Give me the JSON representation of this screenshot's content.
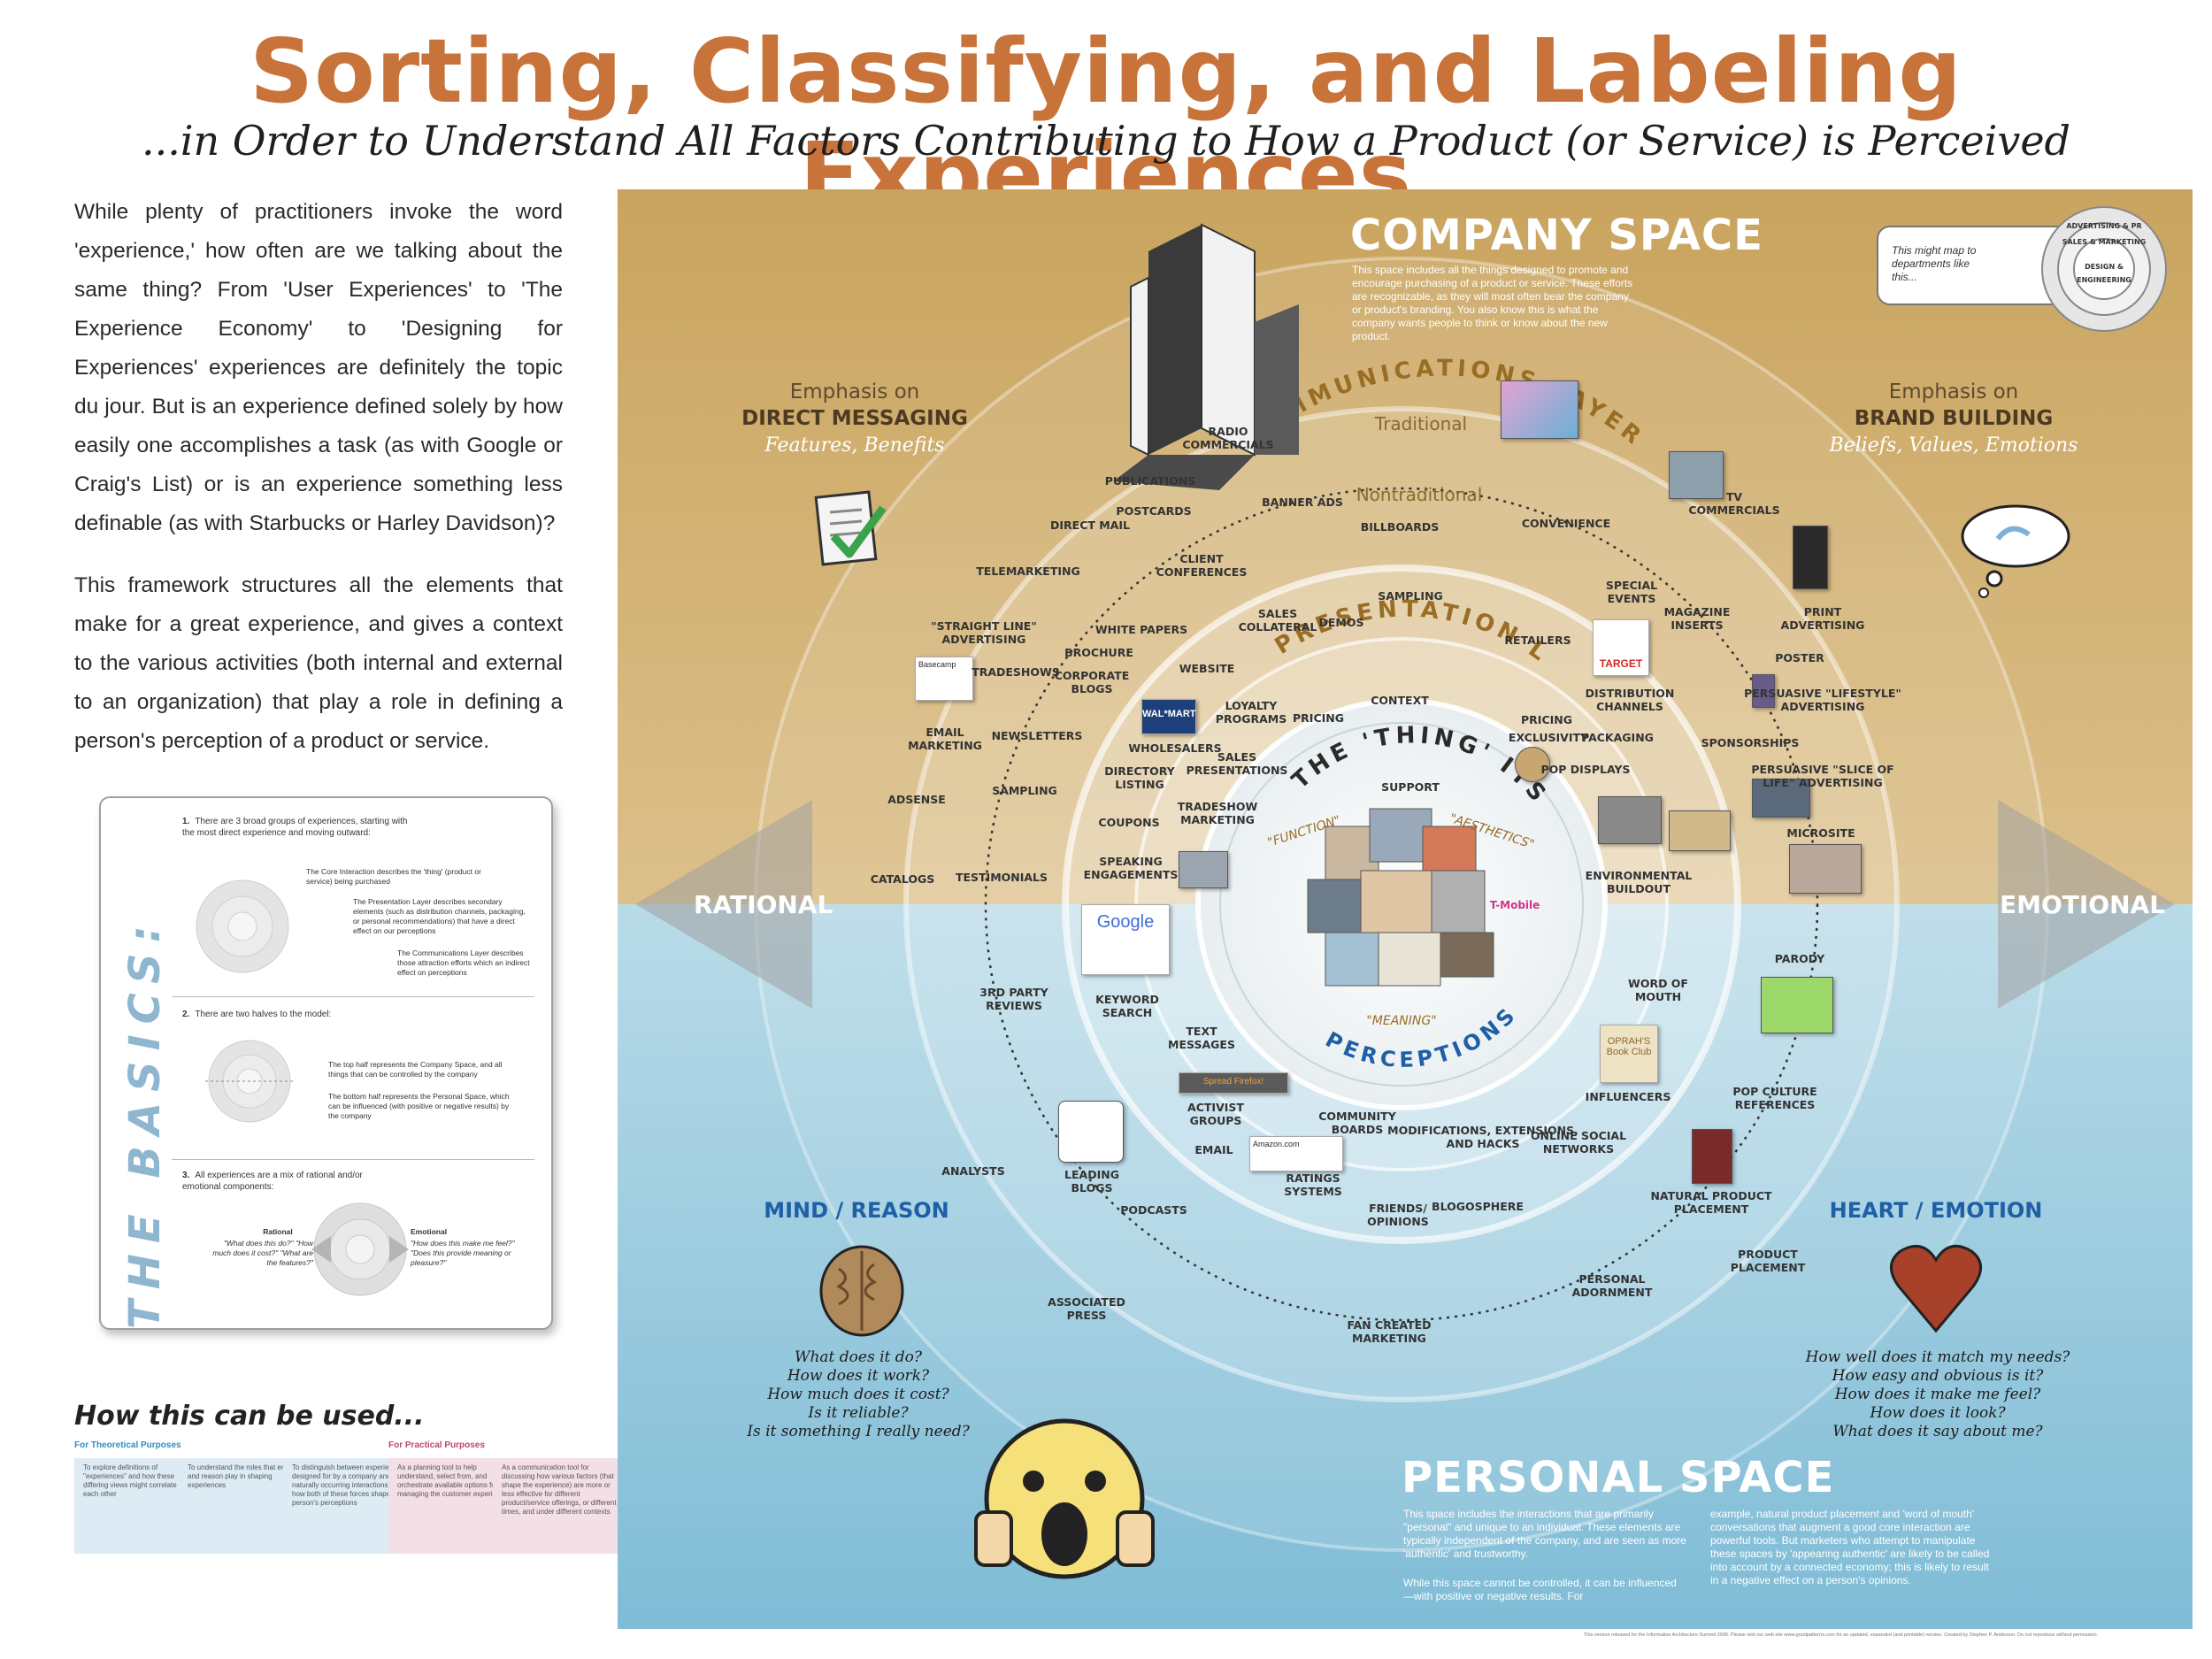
{
  "title": "Sorting, Classifying, and Labeling Experiences",
  "subtitle": "...in Order to Understand All Factors Contributing to How a Product (or Service) is Perceived",
  "intro": {
    "p1": "While plenty of practitioners invoke the word 'experience,' how often are we talking about the same thing? From 'User Experiences' to 'The Experience Economy' to 'Designing for Experiences' experiences are definitely the topic du jour. But is an experience defined solely by how easily one accomplishes a task (as with Google or Craig's List) or is an experience something less definable (as with Starbucks or Harley Davidson)?",
    "p2": "This framework structures all the elements that make for a great experience, and gives a context to the various activities (both internal and external to an organization) that play a role in defining a person's perception of a product or service."
  },
  "basics": {
    "title": "THE BASICS:",
    "step1_num": "1.",
    "step1": "There are 3 broad groups of experiences, starting with the most direct experience and moving outward:",
    "core": "The Core Interaction describes the 'thing' (product or service) being purchased",
    "presentation": "The Presentation Layer describes secondary elements (such as distribution channels, packaging, or personal recommendations) that have a direct effect on our perceptions",
    "communications": "The Communications Layer describes those attraction efforts which an indirect effect on perceptions",
    "step2_num": "2.",
    "step2": "There are two halves to the model:",
    "top_half": "The top half represents the Company Space, and all things that can be controlled by the company",
    "bottom_half": "The bottom half represents the Personal Space, which can be influenced (with positive or negative results) by the company",
    "step3_num": "3.",
    "step3": "All experiences are a mix of rational and/or emotional components:",
    "rational_head": "Rational",
    "rational_q": "\"What does this do?\" \"How much does it cost?\" \"What are the features?\"",
    "emotional_head": "Emotional",
    "emotional_q": "\"How does this make me feel?\" \"Does this provide meaning or pleasure?\""
  },
  "how_used": {
    "title": "How this can be used...",
    "theoretical": "For Theoretical Purposes",
    "practical": "For Practical Purposes",
    "boxes": [
      "To explore definitions of \"experiences\" and how these differing views might correlate with each other",
      "To understand the roles that emotion and reason play in shaping experiences",
      "To distinguish between experiences designed for by a company and naturally occurring interactions-- and how both of these forces shape a person's perceptions",
      "As a planning tool to help understand, select from, and orchestrate available options for managing the customer experience",
      "As a communication tool for discussing how various factors (that shape the experience) are more or less effective for different product/service offerings, or different times, and under different contexts"
    ]
  },
  "diagram": {
    "company_title": "COMPANY SPACE",
    "company_desc": "This space includes all the things designed to promote and encourage purchasing of a product or service. These efforts are recognizable, as they will most often bear the company or product's branding. You also know this is what the company wants people to think or know about the new product.",
    "personal_title": "PERSONAL SPACE",
    "personal_desc1": "This space includes the interactions that are primarily \"personal\" and unique to an individual. These elements are typically independent of the company, and are seen as more 'authentic' and trustworthy.",
    "personal_desc2": "While this space cannot be controlled, it can be influenced—with positive or negative results. For",
    "personal_desc3": "example, natural product placement and 'word of mouth' conversations that augment a good core interaction are powerful tools. But marketers who attempt to manipulate these spaces by 'appearing authentic' are likely to be called into account by a connected economy; this is likely to result in a negative effect on a person's opinions.",
    "dept_note": "This might map to departments like this...",
    "dept_rings": [
      "ADVERTISING & PR",
      "SALES & MARKETING",
      "DESIGN & ENGINEERING"
    ],
    "rational": "RATIONAL",
    "emotional": "EMOTIONAL",
    "emph_left_1": "Emphasis on",
    "emph_left_2": "DIRECT MESSAGING",
    "emph_left_3": "Features, Benefits",
    "emph_right_1": "Emphasis on",
    "emph_right_2": "BRAND BUILDING",
    "emph_right_3": "Beliefs, Values, Emotions",
    "mind": "MIND / REASON",
    "heart": "HEART / EMOTION",
    "mind_q": [
      "What does it do?",
      "How does it work?",
      "How much does it cost?",
      "Is it reliable?",
      "Is it something I really need?"
    ],
    "heart_q": [
      "How well does it match my needs?",
      "How easy and obvious is it?",
      "How does it make me feel?",
      "How does it look?",
      "What does it say about me?"
    ],
    "comm_layer": "COMMUNICATIONS LAYER",
    "pres_layer": "PRESENTATION LAYER",
    "thing_itself": "THE 'THING' ITSELF",
    "perceptions": "PERCEPTIONS",
    "traditional": "Traditional",
    "nontraditional": "Nontraditional",
    "function": "\"FUNCTION\"",
    "aesthetics": "\"AESTHETICS\"",
    "meaning": "\"MEANING\"",
    "brand_target": "TARGET",
    "brand_walmart": "WAL*MART",
    "brand_google": "Google",
    "brand_basecamp": "Basecamp",
    "brand_spreadfirefox": "Spread Firefox!",
    "brand_oprah": "OPRAH'S Book Club",
    "brand_tmobile": "T-Mobile",
    "brand_amazon": "Amazon.com",
    "footer": "This version released for the Information Architecture Summit 2006. Please visit our web site www.goodpatterns.com for an updated, expanded (and printable) version. Created by Stephen P. Anderson. Do not reproduce without permission.",
    "labels": [
      "RADIO COMMERCIALS",
      "PUBLICATIONS",
      "POSTCARDS",
      "DIRECT MAIL",
      "BANNER ADS",
      "BILLBOARDS",
      "CONVENIENCE",
      "TV COMMERCIALS",
      "TELEMARKETING",
      "CLIENT CONFERENCES",
      "SAMPLING",
      "SPECIAL EVENTS",
      "\"STRAIGHT LINE\" ADVERTISING",
      "WHITE PAPERS",
      "SALES COLLATERAL",
      "DEMOS",
      "RETAILERS",
      "MAGAZINE INSERTS",
      "PRINT ADVERTISING",
      "BROCHURE",
      "TRADESHOWS",
      "CORPORATE BLOGS",
      "WEBSITE",
      "CONTEXT",
      "POSTER",
      "DISTRIBUTION CHANNELS",
      "PERSUASIVE \"LIFESTYLE\" ADVERTISING",
      "EMAIL MARKETING",
      "NEWSLETTERS",
      "LOYALTY PROGRAMS",
      "PRICING",
      "PRICING",
      "EXCLUSIVITY",
      "PACKAGING",
      "SPONSORSHIPS",
      "WHOLESALERS",
      "SALES PRESENTATIONS",
      "DIRECTORY LISTING",
      "SUPPORT",
      "POP DISPLAYS",
      "PERSUASIVE \"SLICE OF LIFE\" ADVERTISING",
      "ADSENSE",
      "SAMPLING",
      "TRADESHOW MARKETING",
      "COUPONS",
      "MICROSITE",
      "SPEAKING ENGAGEMENTS",
      "CATALOGS",
      "TESTIMONIALS",
      "ENVIRONMENTAL BUILDOUT",
      "PARODY",
      "3RD PARTY REVIEWS",
      "KEYWORD SEARCH",
      "WORD OF MOUTH",
      "TEXT MESSAGES",
      "INFLUENCERS",
      "POP CULTURE REFERENCES",
      "ACTIVIST GROUPS",
      "COMMUNITY BOARDS",
      "MODIFICATIONS, EXTENSIONS, AND HACKS",
      "ONLINE SOCIAL NETWORKS",
      "EMAIL",
      "ANALYSTS",
      "LEADING BLOGS",
      "RATINGS SYSTEMS",
      "PODCASTS",
      "FRIENDS/ OPINIONS",
      "BLOGOSPHERE",
      "NATURAL PRODUCT PLACEMENT",
      "PRODUCT PLACEMENT",
      "PERSONAL ADORNMENT",
      "ASSOCIATED PRESS",
      "FAN CREATED MARKETING"
    ]
  }
}
